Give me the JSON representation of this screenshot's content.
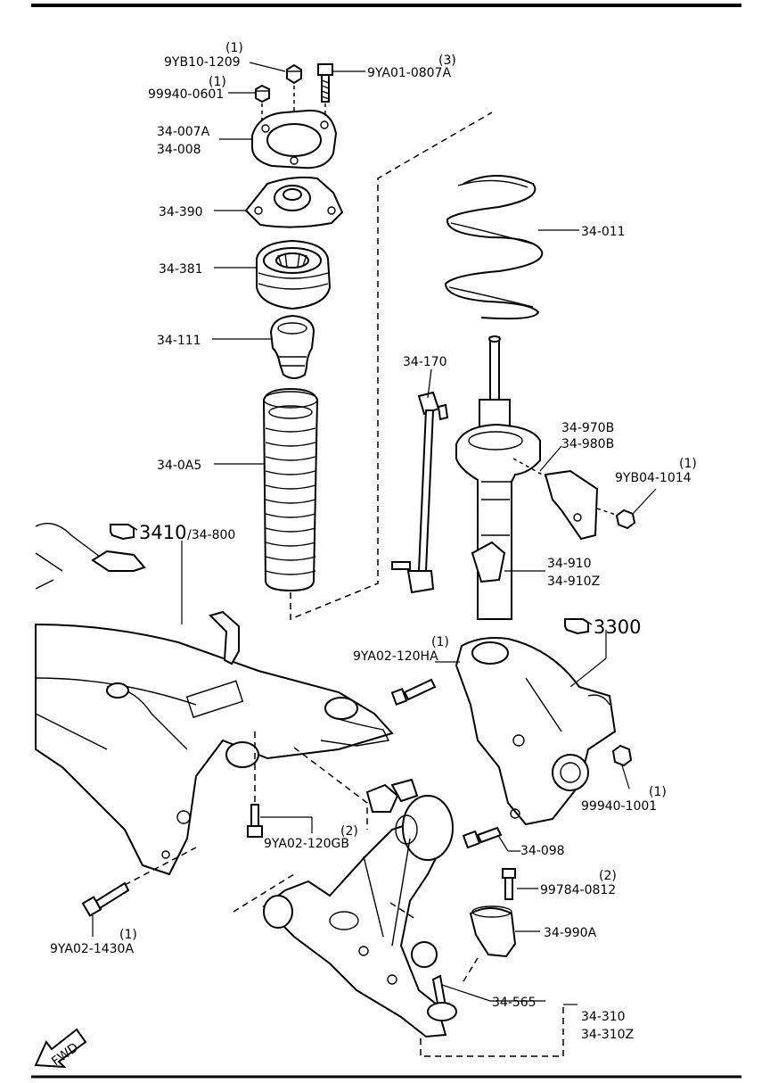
{
  "labels": {
    "p9yb10_qty": "(1)",
    "p9yb10": "9YB10-1209",
    "p99940_0601_qty": "(1)",
    "p99940_0601": "99940-0601",
    "p9ya01_qty": "(3)",
    "p9ya01": "9YA01-0807A",
    "p34_007a": "34-007A",
    "p34_008": "34-008",
    "p34_390": "34-390",
    "p34_381": "34-381",
    "p34_111": "34-111",
    "p34_0a5": "34-0A5",
    "p34_011": "34-011",
    "p34_170": "34-170",
    "p34_970b": "34-970B",
    "p34_980b": "34-980B",
    "p9yb04_qty": "(1)",
    "p9yb04": "9YB04-1014",
    "p34_910": "34-910",
    "p34_910z": "34-910Z",
    "p3410": "3410",
    "p34_800": "/34-800",
    "p3300": "3300",
    "p9ya02_120ha_qty": "(1)",
    "p9ya02_120ha": "9YA02-120HA",
    "p99940_1001_qty": "(1)",
    "p99940_1001": "99940-1001",
    "p34_098": "34-098",
    "p9ya02_120gb_qty": "(2)",
    "p9ya02_120gb": "9YA02-120GB",
    "p99784_qty": "(2)",
    "p99784": "99784-0812",
    "p34_990a": "34-990A",
    "p9ya02_1430a_qty": "(1)",
    "p9ya02_1430a": "9YA02-1430A",
    "p34_565": "34-565",
    "p34_310": "34-310",
    "p34_310z": "34-310Z",
    "fwd": "FWD"
  }
}
